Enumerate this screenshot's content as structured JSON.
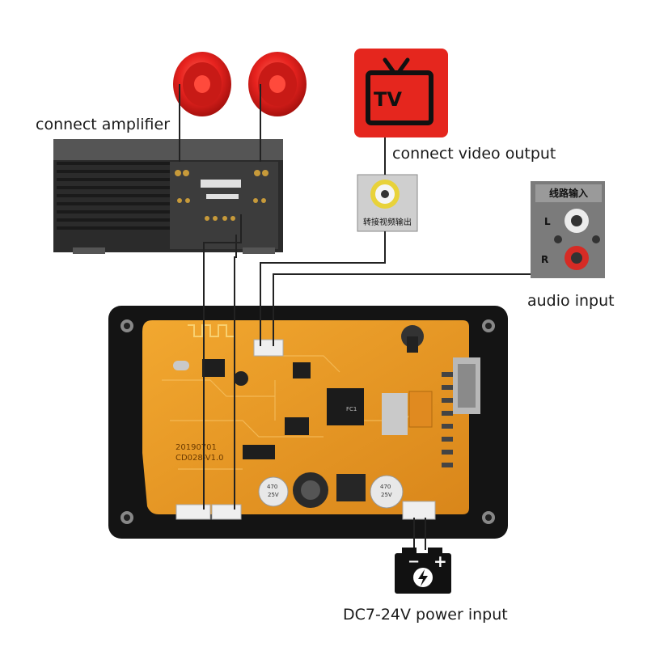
{
  "labels": {
    "amplifier": "connect amplifier",
    "video": "connect video output",
    "audio": "audio input",
    "power": "DC7-24V power input"
  },
  "tv_icon_text": "TV",
  "rca_jack_label": "转接视频输出",
  "audio_panel": {
    "title": "线路输入",
    "left": "L",
    "right": "R"
  },
  "board": {
    "silk_date": "20190701",
    "silk_model": "CD028-V1.0",
    "cap_left_value": "470",
    "cap_left_voltage": "25V",
    "cap_right_value": "470",
    "cap_right_voltage": "25V",
    "chip_label": "FC1"
  },
  "battery_symbols": {
    "minus": "−",
    "plus": "+"
  },
  "colors": {
    "speaker_red": "#e8231f",
    "board_orange": "#e89a1e",
    "frame_black": "#141414",
    "tv_red": "#e5261e",
    "wire": "#222222"
  }
}
